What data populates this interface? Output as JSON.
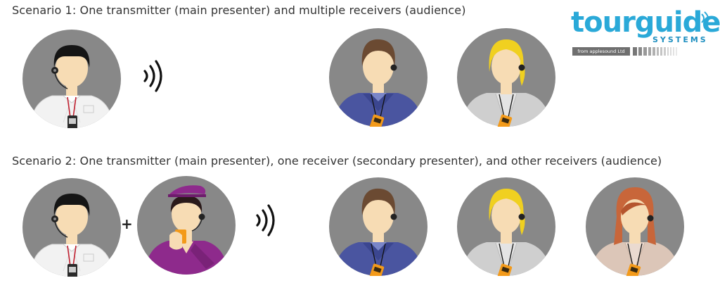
{
  "scenario1": {
    "heading": "Scenario 1: One transmitter (main presenter) and multiple receivers (audience)"
  },
  "scenario2": {
    "heading": "Scenario 2: One transmitter (main presenter), one receiver (secondary presenter), and other receivers (audience)"
  },
  "plus_sign": "+",
  "logo": {
    "brand": "tourguide",
    "subbrand": "SYSTEMS",
    "tagline": "from applesound Ltd"
  },
  "icons": {
    "broadcast": "broadcast-waves-icon",
    "avatar": "person-avatar-icon"
  },
  "colors": {
    "circle": "#888888",
    "skin": "#f7dcb4",
    "blue_jumper": "#4a55a0",
    "gray_jacket": "#cfcfcf",
    "purple_uniform": "#8e2a8c",
    "peach_blouse": "#dcc6b8",
    "receiver_orange": "#f39a1a",
    "logo_blue": "#2aa9d8"
  }
}
